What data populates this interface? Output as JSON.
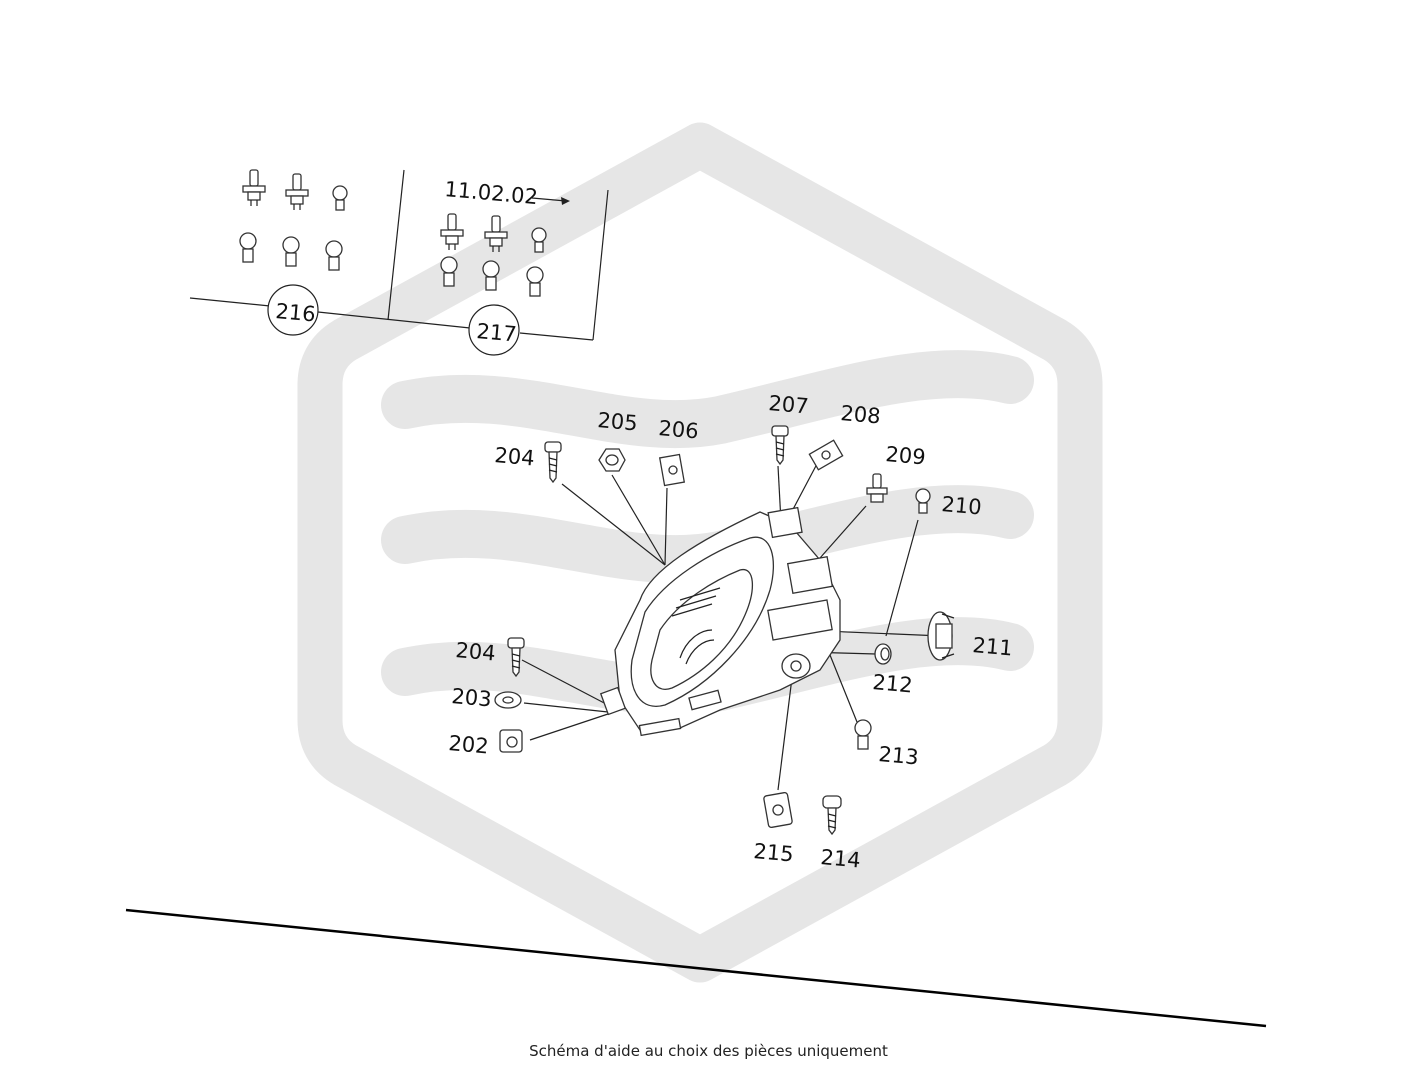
{
  "watermark": {
    "color": "#e6e6e6"
  },
  "date_note": "11.02.02",
  "callouts": {
    "c202": "202",
    "c203": "203",
    "c204a": "204",
    "c204b": "204",
    "c205": "205",
    "c206": "206",
    "c207": "207",
    "c208": "208",
    "c209": "209",
    "c210": "210",
    "c211": "211",
    "c212": "212",
    "c213": "213",
    "c214": "214",
    "c215": "215",
    "c216": "216",
    "c217": "217"
  },
  "footer": {
    "text": "Schéma d'aide au choix des pièces uniquement"
  }
}
